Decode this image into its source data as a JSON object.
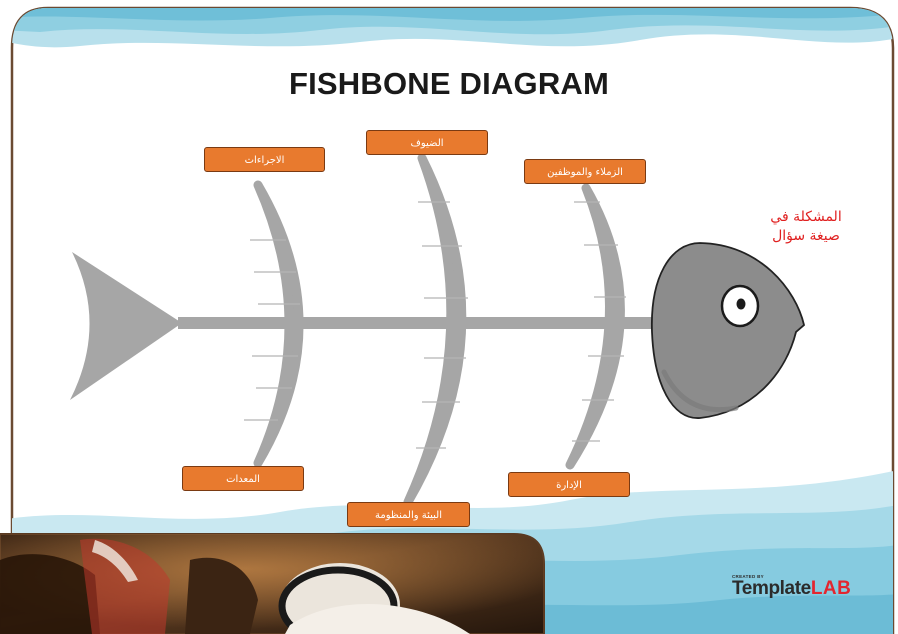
{
  "title": "FISHBONE DIAGRAM",
  "problem": {
    "line1": "المشكلة في",
    "line2": "صيغة سؤال",
    "color": "#e02020"
  },
  "categories": {
    "top": [
      "الاجراءات",
      "الضيوف",
      "الزملاء والموظفين"
    ],
    "bottom": [
      "المعدات",
      "البيئة والمنظومة",
      "الإدارة"
    ]
  },
  "logo": {
    "created_by": "CREATED BY",
    "brand_main": "Template",
    "brand_accent": "LAB"
  },
  "colors": {
    "category_fill": "#e87a2e",
    "bone_gray": "#a6a6a6",
    "head_gray": "#8c8c8c",
    "wave_blue": "#7ec8dd",
    "frame_brown": "#6b4a32"
  }
}
